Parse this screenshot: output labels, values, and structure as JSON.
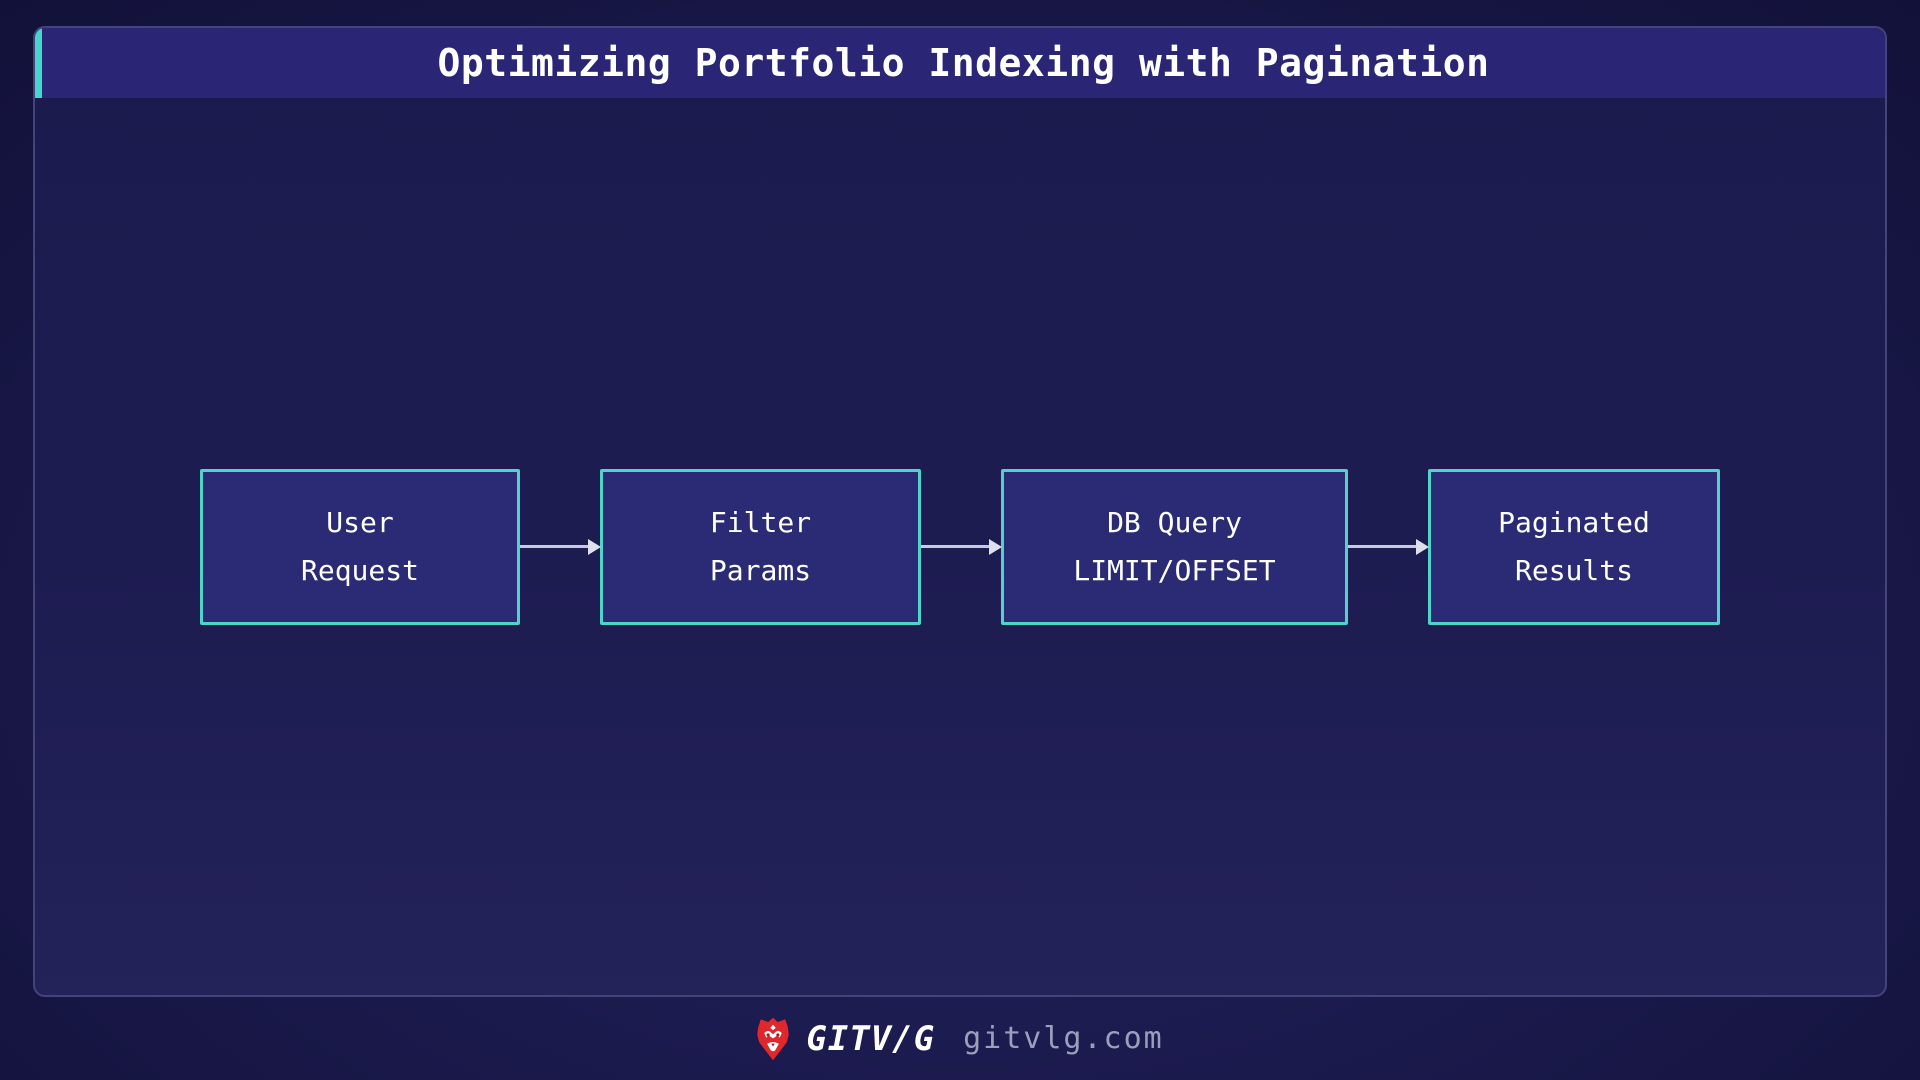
{
  "title": "Optimizing Portfolio Indexing with Pagination",
  "flow": {
    "nodes": [
      {
        "id": "user-request",
        "line1": "User",
        "line2": "Request"
      },
      {
        "id": "filter-params",
        "line1": "Filter",
        "line2": "Params"
      },
      {
        "id": "db-query",
        "line1": "DB Query",
        "line2": "LIMIT/OFFSET"
      },
      {
        "id": "paginated-results",
        "line1": "Paginated",
        "line2": "Results"
      }
    ],
    "connector_icon": "arrow-right-icon"
  },
  "footer": {
    "logo_icon": "lion-icon",
    "brand": "GITV/G",
    "site": "gitvlg.com"
  },
  "colors": {
    "accent_teal": "#45d5cc",
    "header_bg": "#2a2574",
    "panel_bg": "#1d1c51",
    "page_bg": "#131239",
    "node_fill": "#2b2a74",
    "node_border": "#4ed4cb",
    "node_text": "#ffffff",
    "arrow": "#c9cade",
    "brand_red": "#e0282c",
    "site_text": "#9b9fba"
  }
}
